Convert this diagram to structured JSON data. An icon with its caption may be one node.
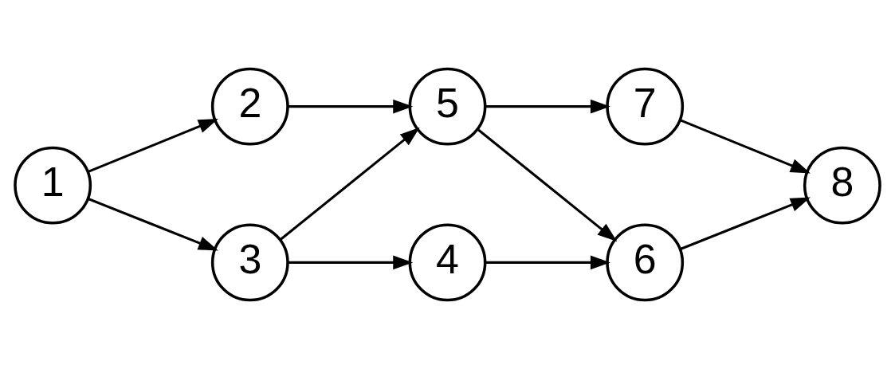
{
  "diagram": {
    "nodes": [
      {
        "text": [
          "1"
        ]
      },
      {
        "text": [
          "2"
        ]
      },
      {
        "text": [
          "3"
        ]
      },
      {
        "text": [
          "4"
        ]
      },
      {
        "text": [
          "5"
        ]
      },
      {
        "text": [
          "6"
        ]
      },
      {
        "text": [
          "7"
        ]
      },
      {
        "text": [
          "8"
        ]
      }
    ],
    "edges": [
      {
        "from": 0,
        "to": 1,
        "arrow": "to"
      },
      {
        "from": 0,
        "to": 2,
        "arrow": "to"
      },
      {
        "from": 1,
        "to": 4,
        "arrow": "to"
      },
      {
        "from": 2,
        "to": 4,
        "arrow": "to"
      },
      {
        "from": 2,
        "to": 3,
        "arrow": "to"
      },
      {
        "from": 4,
        "to": 6,
        "arrow": "to"
      },
      {
        "from": 4,
        "to": 5,
        "arrow": "to"
      },
      {
        "from": 3,
        "to": 5,
        "arrow": "to"
      },
      {
        "from": 6,
        "to": 7,
        "arrow": "to"
      },
      {
        "from": 5,
        "to": 7,
        "arrow": "to"
      }
    ]
  }
}
